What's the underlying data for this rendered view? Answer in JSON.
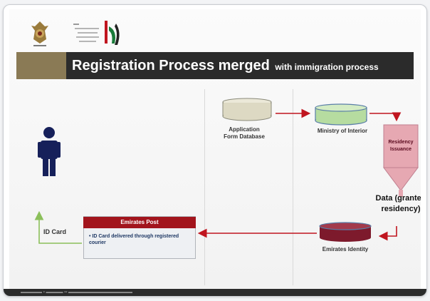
{
  "header": {
    "title_main": "Registration Process merged",
    "title_sub": "with immigration process"
  },
  "flow": {
    "application_db": "Application Form Database",
    "ministry": "Ministry of Interior",
    "funnel_label": "Residency Issuance",
    "data_label": "Data (granted residency)",
    "emirates_identity": "Emirates Identity",
    "emirates_post": "Emirates Post",
    "post_bullet": "ID Card delivered through registered courier",
    "id_card": "ID Card"
  },
  "icons": {
    "person": "person-icon",
    "emblem": "uae-emblem-icon",
    "logo": "authority-logo-icon"
  },
  "colors": {
    "title_bar": "#2b2b2b",
    "accent_gold": "#8a7a55",
    "arrow_red": "#c0151f",
    "person_navy": "#16205a",
    "ministry_green": "#b6dca0",
    "funnel_pink": "#e6a8b2",
    "identity_maroon": "#7d1a2c",
    "post_red": "#a2141c",
    "id_arrow_green": "#8bbf5a"
  }
}
